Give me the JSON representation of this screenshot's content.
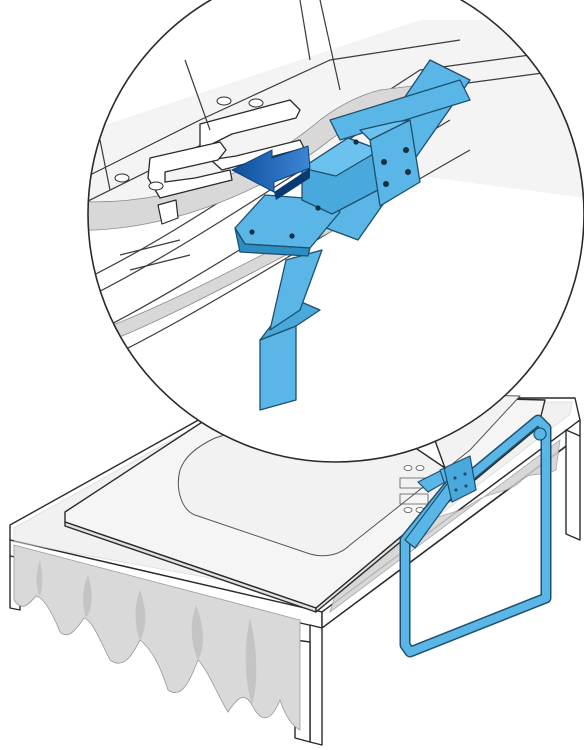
{
  "diagram": {
    "kind": "assembly-illustration",
    "colors": {
      "background": "#ffffff",
      "line": "#2a2a2a",
      "stand": "#5ab6e6",
      "stand_dark": "#2d8ec4",
      "arrow": "#1a64b4",
      "arrow_light": "#4a90d6",
      "cloth": "#d9d9d9",
      "table": "#ffffff"
    },
    "icons": [
      "push-arrow-icon"
    ],
    "parts": [
      "table",
      "table-cloth",
      "tv-panel",
      "tv-stand-handle",
      "zoom-callout"
    ]
  }
}
